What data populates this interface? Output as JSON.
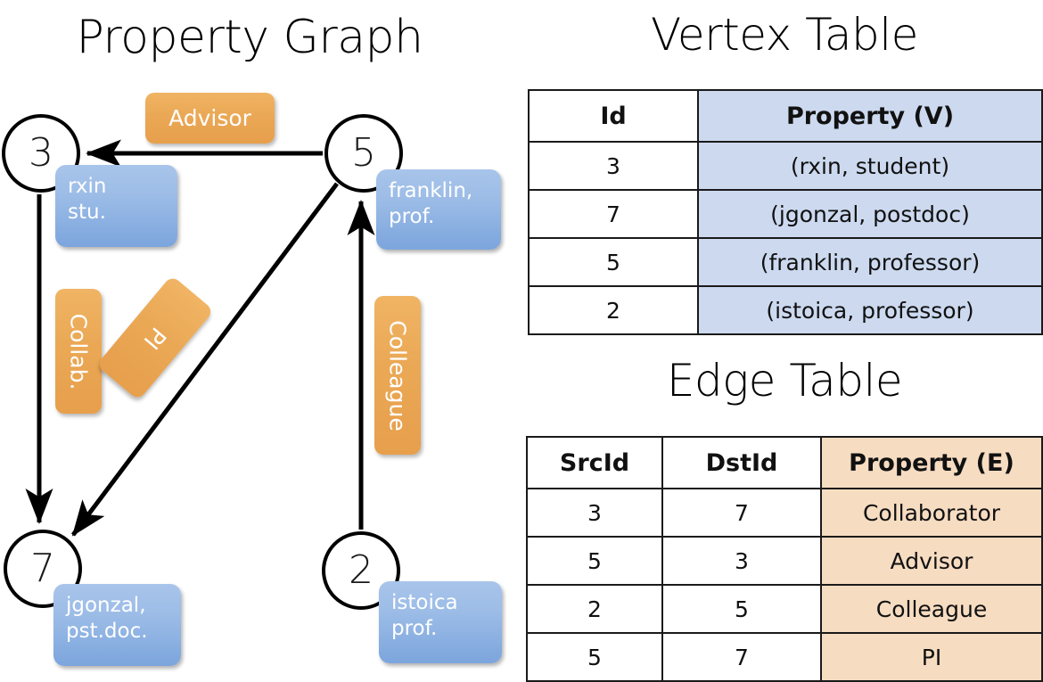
{
  "titles": {
    "property_graph": "Property Graph",
    "vertex_table": "Vertex Table",
    "edge_table": "Edge Table"
  },
  "graph": {
    "nodes": [
      {
        "id": "3",
        "property": "rxin\nstu."
      },
      {
        "id": "5",
        "property": "franklin,\nprof."
      },
      {
        "id": "7",
        "property": "jgonzal,\npst.doc."
      },
      {
        "id": "2",
        "property": "istoica\nprof."
      }
    ],
    "node_labels": {
      "n3": "3",
      "n5": "5",
      "n7": "7",
      "n2": "2"
    },
    "property_boxes": {
      "rxin_line1": "rxin",
      "rxin_line2": "stu.",
      "franklin_line1": "franklin,",
      "franklin_line2": "prof.",
      "jgonzal_line1": "jgonzal,",
      "jgonzal_line2": "pst.doc.",
      "istoica_line1": "istoica",
      "istoica_line2": "prof."
    },
    "edge_labels": {
      "advisor": "Advisor",
      "collab": "Collab.",
      "pi": "PI",
      "colleague": "Colleague"
    },
    "edges": [
      {
        "from": "5",
        "to": "3",
        "label": "Advisor"
      },
      {
        "from": "3",
        "to": "7",
        "label": "Collab."
      },
      {
        "from": "5",
        "to": "7",
        "label": "PI"
      },
      {
        "from": "2",
        "to": "5",
        "label": "Colleague"
      }
    ]
  },
  "vertex_table": {
    "headers": [
      "Id",
      "Property (V)"
    ],
    "rows": [
      [
        "3",
        "(rxin, student)"
      ],
      [
        "7",
        "(jgonzal, postdoc)"
      ],
      [
        "5",
        "(franklin, professor)"
      ],
      [
        "2",
        "(istoica, professor)"
      ]
    ]
  },
  "edge_table": {
    "headers": [
      "SrcId",
      "DstId",
      "Property (E)"
    ],
    "rows": [
      [
        "3",
        "7",
        "Collaborator"
      ],
      [
        "5",
        "3",
        "Advisor"
      ],
      [
        "2",
        "5",
        "Colleague"
      ],
      [
        "5",
        "7",
        "PI"
      ]
    ]
  },
  "colors": {
    "vertex_property_fill": "#ccd9ef",
    "edge_property_fill": "#f6dcc1",
    "node_box_blue": "#8fb3e3",
    "edge_label_orange": "#eaa855",
    "background": "#ffffff",
    "stroke": "#000000"
  }
}
